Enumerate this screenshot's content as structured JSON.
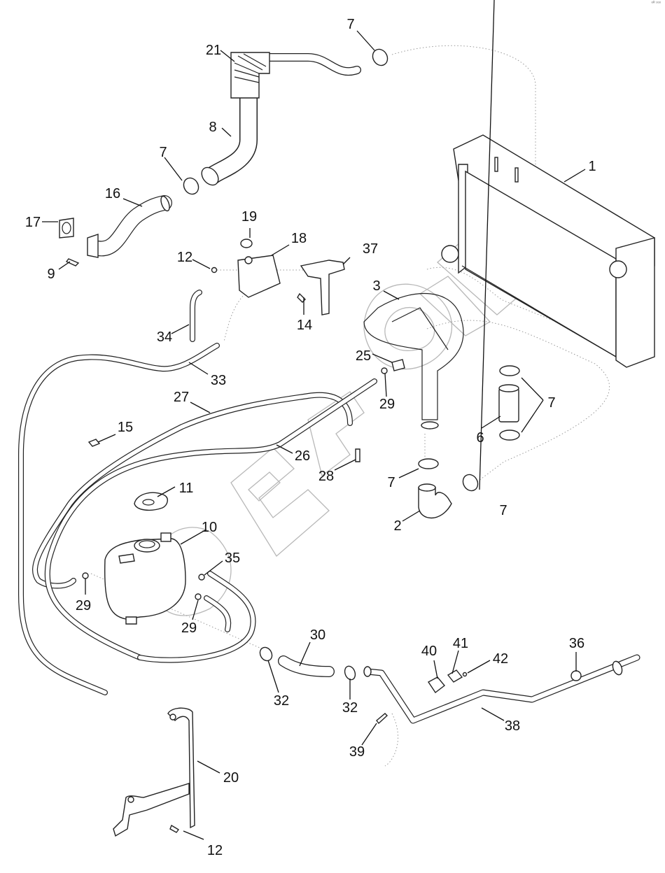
{
  "diagram": {
    "type": "exploded parts diagram",
    "subject": "Engine cooling system: radiator, coolant hoses, clamps, expansion tank",
    "watermark": "БИЗОН",
    "corner_mark": "ᵉᴿ ᵒᵒᵒ",
    "colors": {
      "line": "#222222",
      "watermark": "#b8b8b8",
      "background": "#ffffff"
    }
  },
  "callouts": [
    {
      "id": "c1",
      "label": "1",
      "part": "radiator"
    },
    {
      "id": "c2",
      "label": "2",
      "part": "elbow-hose"
    },
    {
      "id": "c3",
      "label": "3",
      "part": "lower-radiator-hose"
    },
    {
      "id": "c6",
      "label": "6",
      "part": "straight-hose"
    },
    {
      "id": "c7a",
      "label": "7",
      "part": "hose-clamp"
    },
    {
      "id": "c7b",
      "label": "7",
      "part": "hose-clamp"
    },
    {
      "id": "c7c",
      "label": "7",
      "part": "hose-clamp-pair"
    },
    {
      "id": "c7d",
      "label": "7",
      "part": "hose-clamp"
    },
    {
      "id": "c7e",
      "label": "7",
      "part": "hose-clamp"
    },
    {
      "id": "c8",
      "label": "8",
      "part": "upper-hose"
    },
    {
      "id": "c9",
      "label": "9",
      "part": "bolt"
    },
    {
      "id": "c10",
      "label": "10",
      "part": "expansion-tank"
    },
    {
      "id": "c11",
      "label": "11",
      "part": "pressure-cap"
    },
    {
      "id": "c12a",
      "label": "12",
      "part": "nut"
    },
    {
      "id": "c12b",
      "label": "12",
      "part": "bolt"
    },
    {
      "id": "c14",
      "label": "14",
      "part": "bolt"
    },
    {
      "id": "c15",
      "label": "15",
      "part": "clip"
    },
    {
      "id": "c16",
      "label": "16",
      "part": "outlet-pipe"
    },
    {
      "id": "c17",
      "label": "17",
      "part": "gasket"
    },
    {
      "id": "c18",
      "label": "18",
      "part": "deaeration-block"
    },
    {
      "id": "c19",
      "label": "19",
      "part": "cap"
    },
    {
      "id": "c20",
      "label": "20",
      "part": "tank-bracket"
    },
    {
      "id": "c21",
      "label": "21",
      "part": "elbow"
    },
    {
      "id": "c25",
      "label": "25",
      "part": "fitting"
    },
    {
      "id": "c26",
      "label": "26",
      "part": "vent-pipe"
    },
    {
      "id": "c27",
      "label": "27",
      "part": "vent-hose"
    },
    {
      "id": "c28",
      "label": "28",
      "part": "bolt"
    },
    {
      "id": "c29a",
      "label": "29",
      "part": "clip"
    },
    {
      "id": "c29b",
      "label": "29",
      "part": "clip"
    },
    {
      "id": "c29c",
      "label": "29",
      "part": "clip"
    },
    {
      "id": "c30",
      "label": "30",
      "part": "hose"
    },
    {
      "id": "c32a",
      "label": "32",
      "part": "clamp"
    },
    {
      "id": "c32b",
      "label": "32",
      "part": "clamp"
    },
    {
      "id": "c33",
      "label": "33",
      "part": "hose"
    },
    {
      "id": "c34",
      "label": "34",
      "part": "hose"
    },
    {
      "id": "c35",
      "label": "35",
      "part": "clip"
    },
    {
      "id": "c36",
      "label": "36",
      "part": "fitting"
    },
    {
      "id": "c37",
      "label": "37",
      "part": "bracket"
    },
    {
      "id": "c38",
      "label": "38",
      "part": "coolant-pipe"
    },
    {
      "id": "c39",
      "label": "39",
      "part": "bolt"
    },
    {
      "id": "c40",
      "label": "40",
      "part": "clamp-block"
    },
    {
      "id": "c41",
      "label": "41",
      "part": "plate"
    },
    {
      "id": "c42",
      "label": "42",
      "part": "nut"
    }
  ]
}
